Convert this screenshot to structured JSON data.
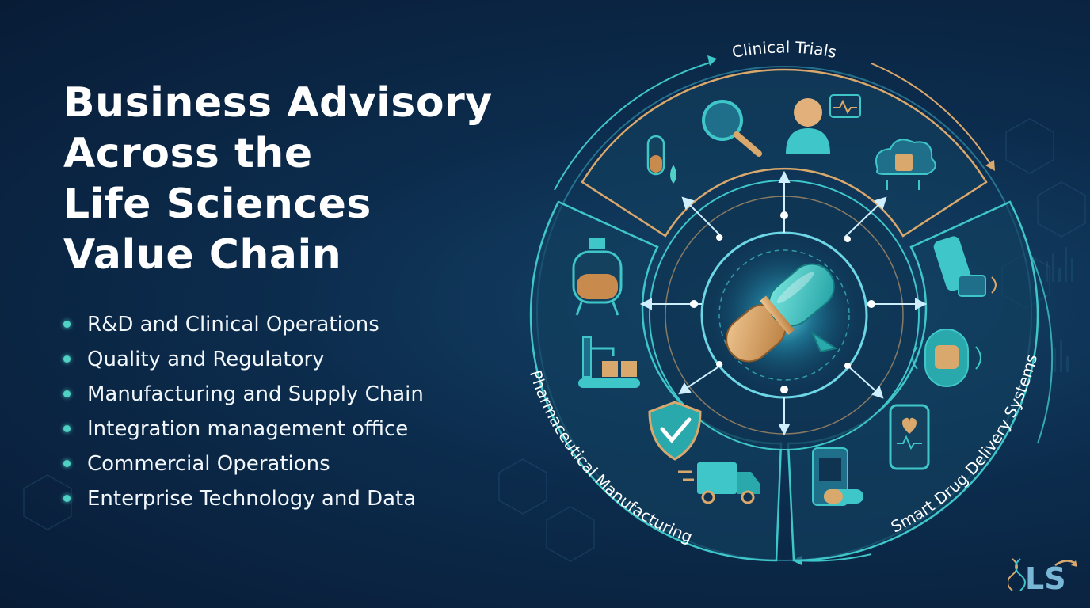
{
  "headline": {
    "lines": [
      "Business Advisory",
      "Across the",
      "Life Sciences",
      "Value Chain"
    ]
  },
  "services": [
    "R&D and Clinical Operations",
    "Quality and Regulatory",
    "Manufacturing and Supply Chain",
    "Integration management office",
    "Commercial Operations",
    "Enterprise Technology and Data"
  ],
  "wheel": {
    "segments": [
      {
        "label": "Clinical Trials",
        "icons": [
          "test-tube-icon",
          "magnifier-icon",
          "clinician-icon",
          "cloud-database-icon"
        ]
      },
      {
        "label": "Smart Drug Delivery Systems",
        "icons": [
          "inhaler-icon",
          "smart-patch-icon",
          "smartphone-health-icon",
          "pill-dispenser-icon"
        ]
      },
      {
        "label": "Pharmaceutical Manufacturing",
        "icons": [
          "bioreactor-icon",
          "production-line-icon",
          "quality-shield-icon",
          "delivery-truck-icon"
        ]
      }
    ],
    "center_icon": "capsule-icon"
  },
  "logo": {
    "letters": "LS",
    "icon": "dna-icon"
  },
  "colors": {
    "background": "#0c2c4d",
    "accent_teal": "#4fd1c5",
    "accent_gold": "#d9a86c",
    "text": "#ffffff"
  }
}
